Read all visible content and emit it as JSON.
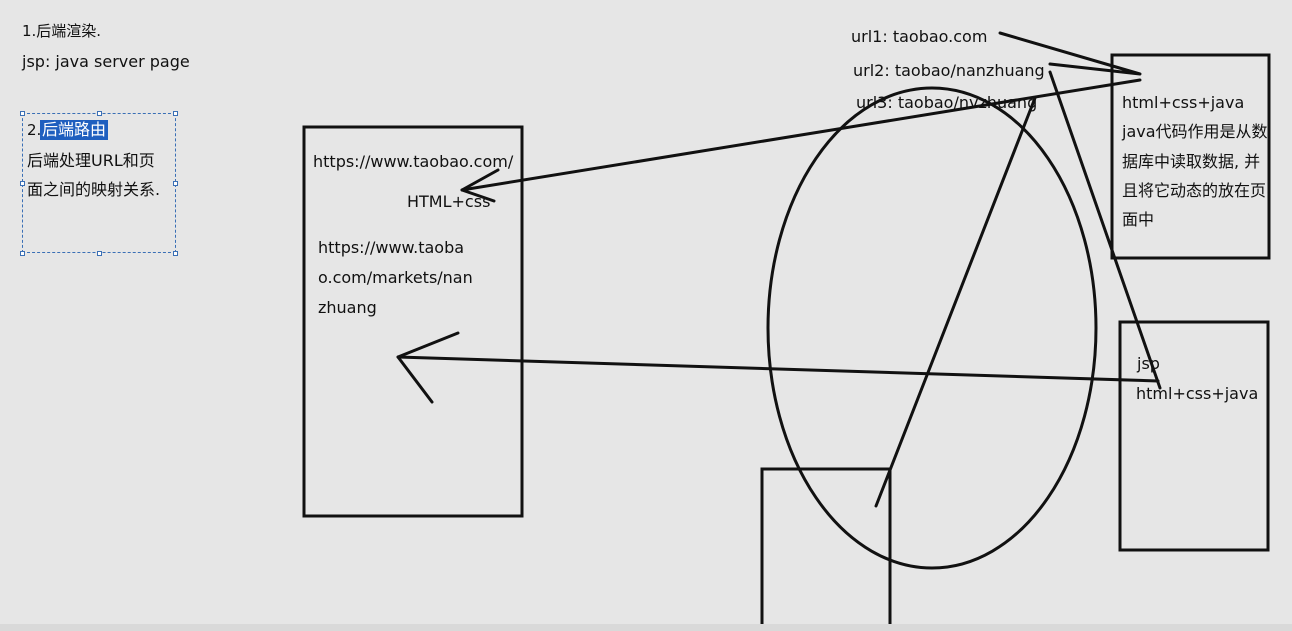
{
  "notes": {
    "title": "1.后端渲染.",
    "jsp_line": "jsp: java server page",
    "selection": {
      "number_prefix": "2.",
      "highlighted": "后端路由",
      "line2": "后端处理URL和页",
      "line3": "面之间的映射关系."
    }
  },
  "urls": {
    "url1": "url1: taobao.com",
    "url2": "url2: taobao/nanzhuang",
    "url3": "url3: taobao/nvzhuang"
  },
  "left_box": {
    "url": "https://www.taobao.com/",
    "tech": "HTML+css",
    "lines": [
      "https://www.taoba",
      "o.com/markets/nan",
      "zhuang"
    ]
  },
  "right_top_box": {
    "lines": [
      "html+css+java",
      "java代码作用是从数",
      "据库中读取数据, 并",
      "且将它动态的放在页",
      "面中"
    ]
  },
  "right_bottom_box": {
    "lines": [
      "jsp",
      "html+css+java"
    ]
  },
  "colors": {
    "background": "#e6e6e6",
    "ink": "#111111",
    "selection": "#1f5fbf",
    "selection_border": "#3a6fb5"
  }
}
